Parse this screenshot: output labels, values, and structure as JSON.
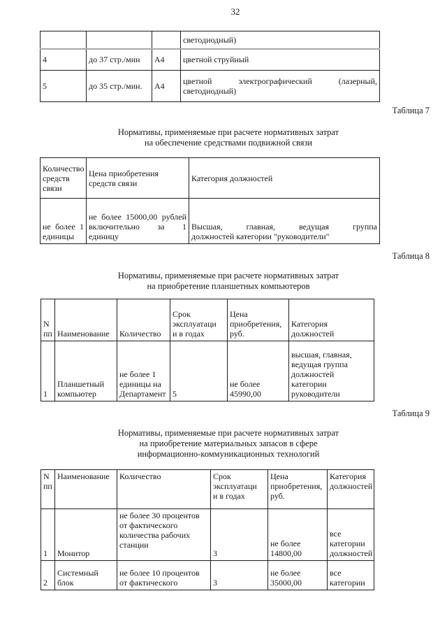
{
  "page_number": "32",
  "table_a": {
    "rows": [
      {
        "cells": [
          "",
          "",
          "",
          "светодиодный)"
        ]
      },
      {
        "cells": [
          "4",
          "до 37 стр./мин",
          "А4",
          "цветной струйный"
        ]
      },
      {
        "cells": [
          "5",
          "до 35 стр./мин.",
          "А4",
          "цветной электрографический (лазерный,\nсветодиодный)"
        ]
      }
    ]
  },
  "table7_label": "Таблица 7",
  "table7_title": "Нормативы, применяемые при расчете нормативных затрат\nна обеспечение средствами подвижной связи",
  "table7": {
    "headers": [
      "Количество\nсредств\nсвязи",
      "Цена приобретения\nсредств связи",
      "Категория должностей"
    ],
    "row": [
      "не более 1\nединицы",
      "не более 15000,00 рублей\nвключительно за 1\nединицу",
      "Высшая, главная, ведущая группа\nдолжностей категории \"руководители\""
    ]
  },
  "table8_label": "Таблица 8",
  "table8_title": "Нормативы, применяемые при расчете нормативных затрат\nна приобретение планшетных компьютеров",
  "table8": {
    "headers": [
      "N\nпп",
      "Наименование",
      "Количество",
      "Срок\nэксплуатаци\nи в годах",
      "Цена\nприобретения,\nруб.",
      "Категория\nдолжностей"
    ],
    "row": [
      "1",
      "Планшетный\nкомпьютер",
      "не более 1\nединицы на\nДепартамент",
      "5",
      "не более\n45990,00",
      "высшая, главная,\nведущая группа\nдолжностей\nкатегории\nруководители"
    ]
  },
  "table9_label": "Таблица 9",
  "table9_title": "Нормативы, применяемые при расчете нормативных затрат\nна приобретение материальных запасов в сфере\nинформационно-коммуникационных технологий",
  "table9": {
    "headers": [
      "N\nпп",
      "Наименование",
      "Количество",
      "Срок\nэксплуатаци\nи в годах",
      "Цена\nприобретения,\nруб.",
      "Категория\nдолжностей"
    ],
    "rows": [
      [
        "1",
        "Монитор",
        "не более 30 процентов\nот фактического\nколичества рабочих\nстанции",
        "3",
        "не более\n14800,00",
        "все\nкатегории\nдолжностей"
      ],
      [
        "2",
        "Системный\nблок",
        "не более 10 процентов\nот фактического",
        "3",
        "не более\n35000,00",
        "все\nкатегории"
      ]
    ]
  }
}
